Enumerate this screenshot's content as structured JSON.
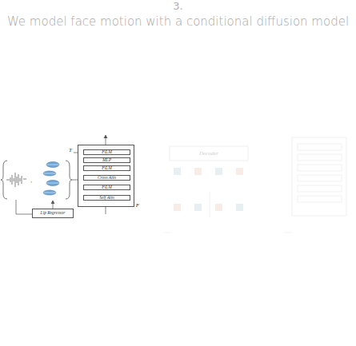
{
  "diagram": {
    "title": "We model face motion with a conditional diffusion model",
    "nodes": [
      {
        "text": [
          "F"
        ]
      },
      {
        "text": [
          "FiLM"
        ],
        "in": 0
      },
      {
        "text": [
          "MLP"
        ],
        "in": 0
      },
      {
        "text": [
          "FiLM"
        ],
        "in": 0
      },
      {
        "text": [
          "Cross Attn"
        ],
        "in": 0
      },
      {
        "text": [
          "FiLM"
        ],
        "in": 0
      },
      {
        "text": [
          "Self Attn"
        ],
        "in": 0
      },
      {
        "text": [
          "Lip Regressor"
        ]
      },
      {
        "text": [
          "Decoder"
        ]
      }
    ],
    "labels": [
      "3.",
      "T"
    ]
  }
}
